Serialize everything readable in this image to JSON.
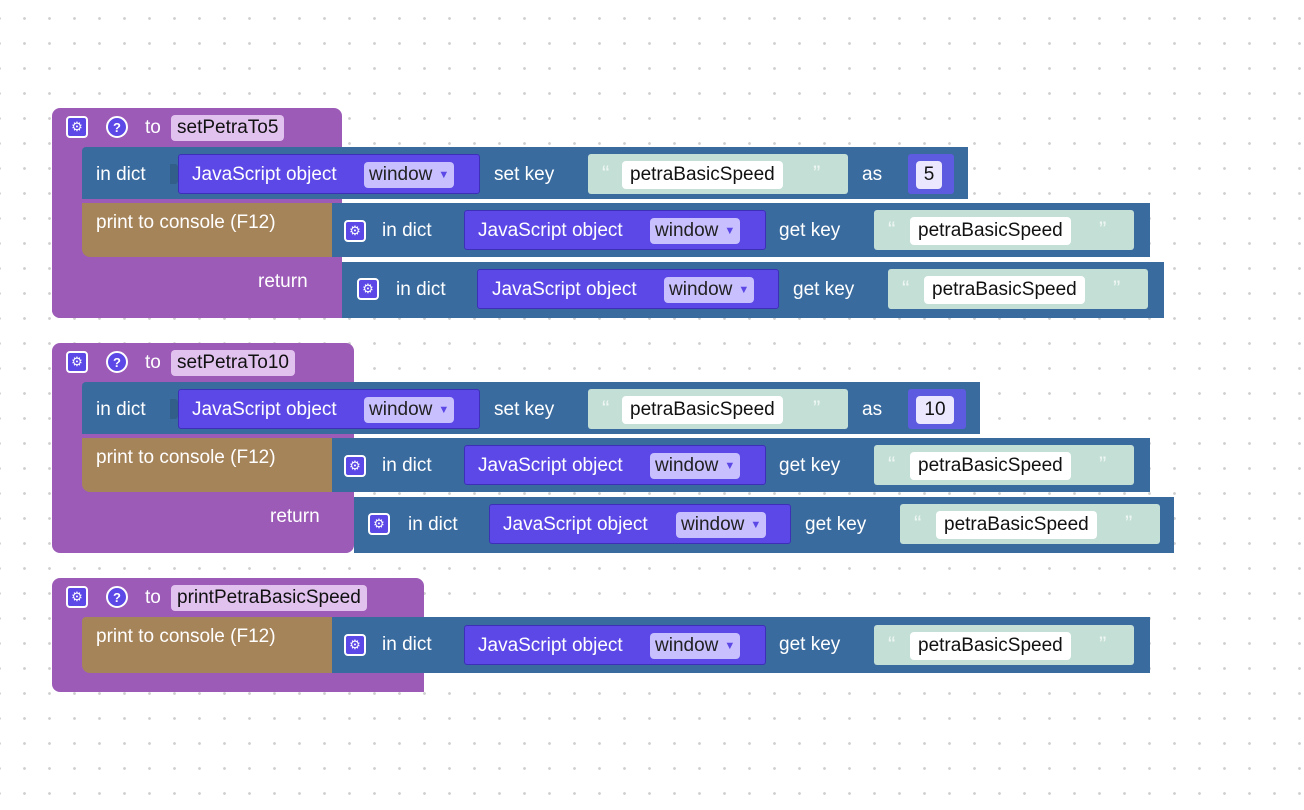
{
  "colors": {
    "procedure": "#9c5bb7",
    "dict_block": "#3a6b9e",
    "print_block": "#a6845a",
    "js_object": "#5b48e6",
    "string_block": "#c4dfd5",
    "number_block": "#5d5be0"
  },
  "labels": {
    "to": "to",
    "in_dict": "in dict",
    "js_object": "JavaScript object",
    "window": "window",
    "set_key": "set key",
    "get_key": "get key",
    "as": "as",
    "print": "print to console (F12)",
    "return": "return",
    "open_quote": "“",
    "close_quote": "”",
    "gear": "⚙",
    "help": "?"
  },
  "procedures": [
    {
      "name": "setPetraTo5",
      "key_set": "petraBasicSpeed",
      "value": "5",
      "key_print": "petraBasicSpeed",
      "key_return": "petraBasicSpeed"
    },
    {
      "name": "setPetraTo10",
      "key_set": "petraBasicSpeed",
      "value": "10",
      "key_print": "petraBasicSpeed",
      "key_return": "petraBasicSpeed"
    },
    {
      "name": "printPetraBasicSpeed",
      "key_print": "petraBasicSpeed"
    }
  ]
}
